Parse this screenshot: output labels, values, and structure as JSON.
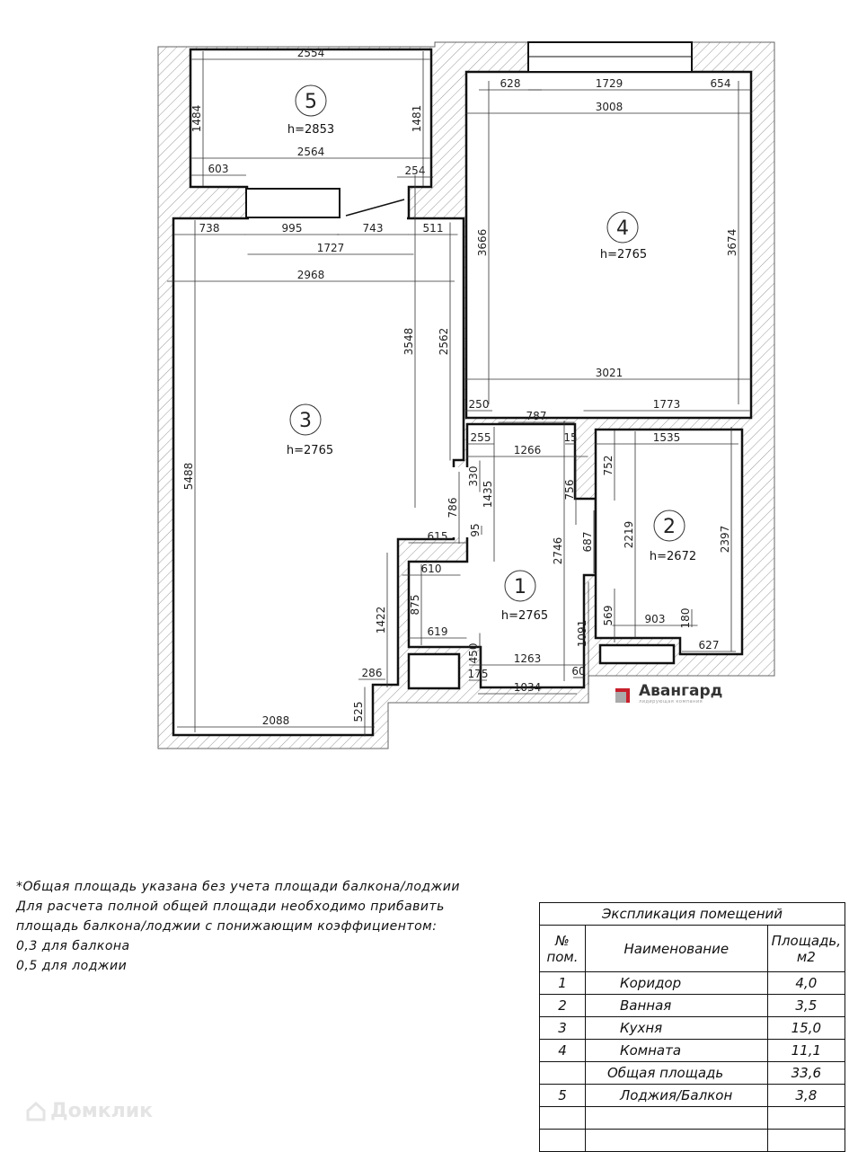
{
  "rooms": [
    {
      "num": "5",
      "height": "h=2853"
    },
    {
      "num": "4",
      "height": "h=2765"
    },
    {
      "num": "3",
      "height": "h=2765"
    },
    {
      "num": "2",
      "height": "h=2672"
    },
    {
      "num": "1",
      "height": "h=2765"
    }
  ],
  "dimensions": [
    "2554",
    "2564",
    "603",
    "254",
    "738",
    "995",
    "743",
    "511",
    "1727",
    "2968",
    "628",
    "1729",
    "654",
    "3008",
    "3021",
    "250",
    "1773",
    "787",
    "255",
    "15",
    "1266",
    "1535",
    "615",
    "610",
    "619",
    "1263",
    "175",
    "60",
    "1034",
    "903",
    "627",
    "286",
    "2088",
    "1484",
    "1481",
    "3666",
    "3674",
    "2562",
    "3548",
    "5488",
    "330",
    "1435",
    "786",
    "95",
    "756",
    "752",
    "2746",
    "687",
    "2219",
    "2397",
    "875",
    "1422",
    "1091",
    "569",
    "180",
    "450",
    "525"
  ],
  "logo": {
    "name": "Авангард",
    "subtitle": "лидирующая компания"
  },
  "notes": [
    "*Общая площадь указана без учета площади балкона/лоджии",
    "Для расчета полной общей площади необходимо прибавить",
    "площадь балкона/лоджии с понижающим коэффициентом:",
    "0,3 для балкона",
    "0,5 для лоджии"
  ],
  "table": {
    "title": "Экспликация помещений",
    "col_num": "№ пом.",
    "col_name": "Наименование",
    "col_area": "Площадь, м2",
    "rows": [
      {
        "num": "1",
        "name": "Коридор",
        "area": "4,0"
      },
      {
        "num": "2",
        "name": "Ванная",
        "area": "3,5"
      },
      {
        "num": "3",
        "name": "Кухня",
        "area": "15,0"
      },
      {
        "num": "4",
        "name": "Комната",
        "area": "11,1"
      },
      {
        "num": "",
        "name": "Общая площадь",
        "area": "33,6"
      },
      {
        "num": "5",
        "name": "Лоджия/Балкон",
        "area": "3,8"
      },
      {
        "num": "",
        "name": "",
        "area": ""
      },
      {
        "num": "",
        "name": "",
        "area": ""
      }
    ]
  },
  "watermark": "Домклик"
}
